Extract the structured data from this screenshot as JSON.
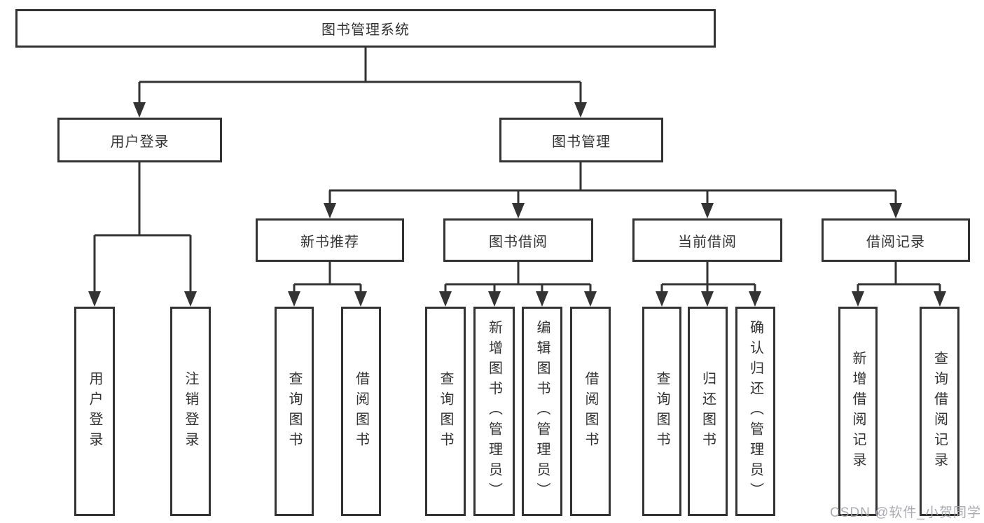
{
  "colors": {
    "line": "#333333",
    "box_border": "#333333",
    "text": "#333333",
    "background": "#ffffff",
    "watermark": "#a3a3ac"
  },
  "tree": {
    "root": {
      "label": "图书管理系统"
    },
    "level2": [
      {
        "label": "用户登录"
      },
      {
        "label": "图书管理"
      }
    ],
    "level3": [
      {
        "label": "新书推荐"
      },
      {
        "label": "图书借阅"
      },
      {
        "label": "当前借阅"
      },
      {
        "label": "借阅记录"
      }
    ],
    "leaves": {
      "user_login": [
        "用户登录",
        "注销登录"
      ],
      "new_book_rec": [
        "查询图书",
        "借阅图书"
      ],
      "book_borrow": [
        "查询图书",
        "新增图书（管理员）",
        "编辑图书（管理员）",
        "借阅图书"
      ],
      "current_borrow": [
        "查询图书",
        "归还图书",
        "确认归还（管理员）"
      ],
      "borrow_record": [
        "新增借阅记录",
        "查询借阅记录"
      ]
    }
  },
  "watermark": {
    "text": "CSDN @软件_小贺同学"
  }
}
